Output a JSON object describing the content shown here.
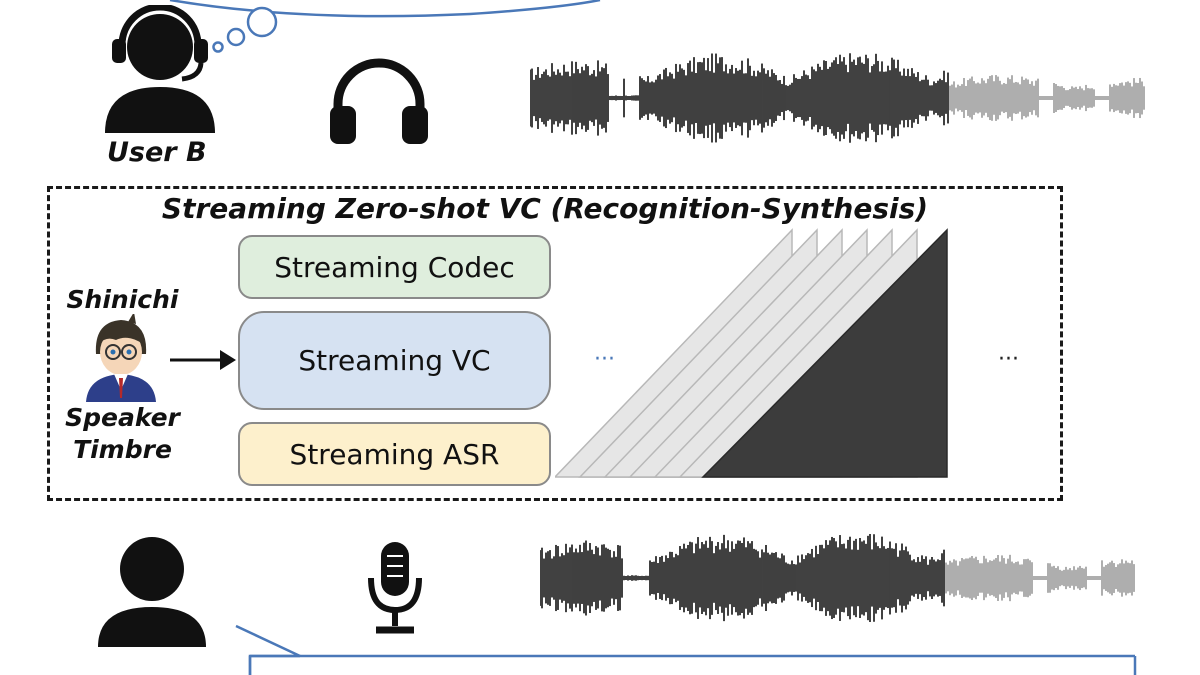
{
  "users": {
    "top_label": "User B"
  },
  "system": {
    "title": "Streaming Zero-shot VC (Recognition-Synthesis)"
  },
  "modules": {
    "codec": "Streaming Codec",
    "vc": "Streaming VC",
    "asr": "Streaming ASR"
  },
  "speaker": {
    "name": "Shinichi",
    "caption_line1": "Speaker",
    "caption_line2": "Timbre"
  },
  "ellipsis": "···",
  "icons": {
    "top_user": "user-headset-icon",
    "headphones": "headphones-icon",
    "bottom_user": "user-icon",
    "microphone": "microphone-icon"
  },
  "colors": {
    "codec_fill": "#dfeedd",
    "vc_fill": "#d6e2f2",
    "asr_fill": "#fdf0cc",
    "bubble_stroke": "#4a78b8"
  }
}
